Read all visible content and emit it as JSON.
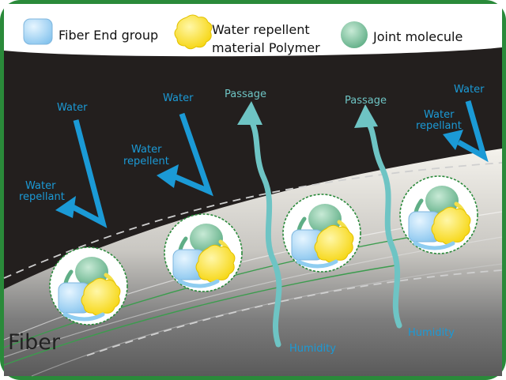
{
  "legend": {
    "fiber_end_group": "Fiber End group",
    "polymer_line1": "Water repellent",
    "polymer_line2": "material Polymer",
    "joint_molecule": "Joint molecule"
  },
  "labels": {
    "water_1": "Water",
    "water_2": "Water",
    "water_3": "Water",
    "repellant_1_line1": "Water",
    "repellant_1_line2": "repellant",
    "repellant_2_line1": "Water",
    "repellant_2_line2": "repellent",
    "repellant_3_line1": "Water",
    "repellant_3_line2": "repellant",
    "passage_1": "Passage",
    "passage_2": "Passage",
    "humidity_1": "Humidity",
    "humidity_2": "Humidity",
    "fiber": "Fiber"
  },
  "colors": {
    "frame": "#2a8a3a",
    "background": "#231f1e",
    "fiber_light": "#f2f0ea",
    "fiber_shadow": "#8a8a8a",
    "water_blue": "#1b9ad6",
    "humidity_teal": "#6ec4c4",
    "fiber_end_blue": "#a8d8f5",
    "polymer_yellow": "#ffe533",
    "joint_green": "#7fc3a0"
  }
}
